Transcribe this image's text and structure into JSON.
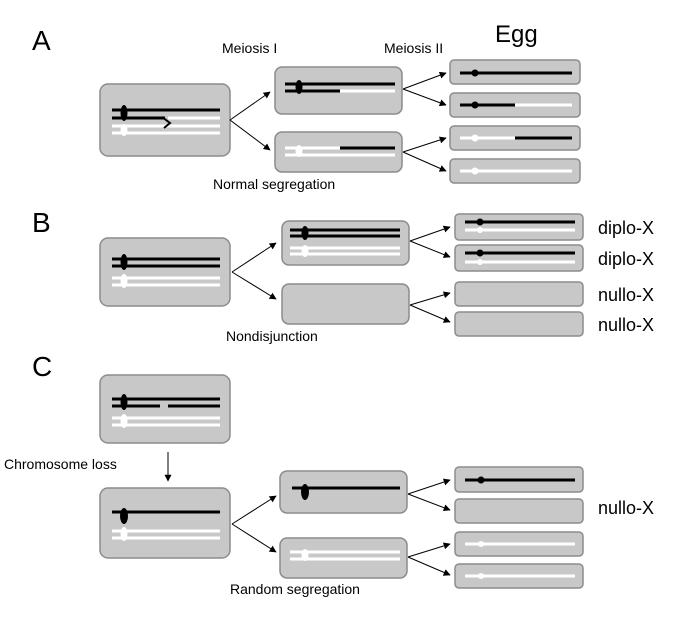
{
  "panels": {
    "a": {
      "letter": "A",
      "caption": "Normal segregation"
    },
    "b": {
      "letter": "B",
      "caption": "Nondisjunction",
      "outcomes": [
        "diplo-X",
        "diplo-X",
        "nullo-X",
        "nullo-X"
      ]
    },
    "c": {
      "letter": "C",
      "caption": "Random segregation",
      "loss_label": "Chromosome loss",
      "outcomes": [
        "nullo-X"
      ]
    }
  },
  "headers": {
    "meiosis1": "Meiosis I",
    "meiosis2": "Meiosis II",
    "egg": "Egg"
  },
  "colors": {
    "cell_fill": "#c8c8c8",
    "cell_border": "#8c8c8c",
    "chromosome_dark": "#000000",
    "chromosome_light": "#ffffff"
  }
}
